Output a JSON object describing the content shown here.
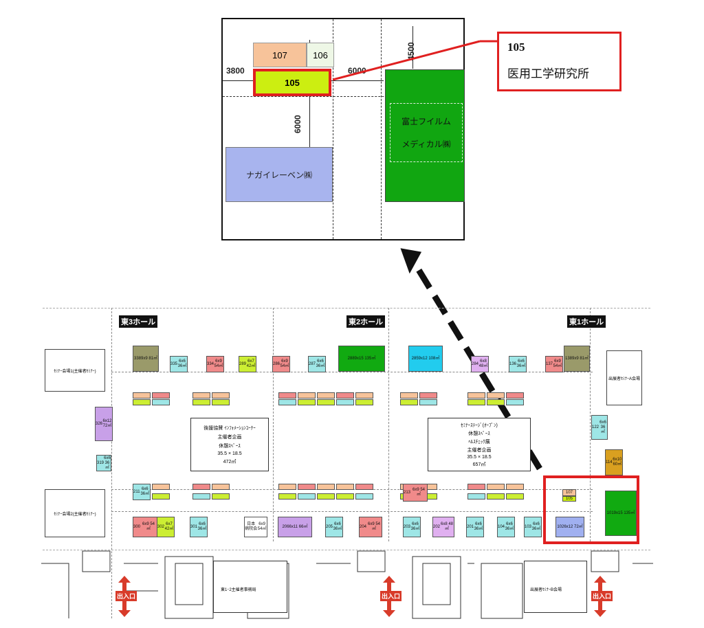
{
  "inset": {
    "booths": {
      "b107": "107",
      "b106": "106",
      "b105": "105",
      "fuji_line1": "富士フイルム",
      "fuji_line2": "メディカル㈱",
      "nagai": "ナガイレーベン㈱"
    },
    "dims": {
      "d3800": "3800",
      "d6000_h": "6000",
      "d4500": "4500",
      "d6000_v": "6000"
    }
  },
  "callout": {
    "number": "105",
    "name": "医用工学研究所"
  },
  "map": {
    "halls": [
      "東3ホール",
      "東2ホール",
      "東1ホール"
    ],
    "seminar_left_top": "ｾﾐﾅｰ会場1(主催者ｾﾐﾅｰ)",
    "seminar_left_bottom": "ｾﾐﾅｰ会場2(主催者ｾﾐﾅｰ)",
    "seminar_right": "出展者ｾﾐﾅｰA会場",
    "center1": [
      "後援協賛 ｲﾝﾌｫﾒｰｼｮﾝｺｰﾅｰ",
      "主催者企画",
      "休憩ｽﾍﾟｰｽ",
      "35.5 × 18.5",
      "472㎡"
    ],
    "center2": [
      "ｾﾐﾅｰｽﾃｰｼﾞ(ｵｰﾌﾟﾝ)",
      "休憩ｽﾍﾟｰｽ",
      "ﾍﾙｽﾁｪｯｸ展",
      "主催者企画",
      "35.5 × 18.5",
      "657㎡"
    ],
    "entrance": "出入口",
    "bottom_labels": [
      "東1･2主催者事務局",
      "出展者ｾﾐﾅｰB会場"
    ],
    "booths": [
      {
        "id": "338",
        "sub": "9x9 81㎡",
        "c": "#9a9a6a"
      },
      {
        "id": "335",
        "sub": "6x6 36㎡",
        "c": "#9ee6e6"
      },
      {
        "id": "334",
        "sub": "6x9 54㎡",
        "c": "#f08a8a"
      },
      {
        "id": "289",
        "sub": "6x7 42㎡",
        "c": "#ccee33"
      },
      {
        "id": "286",
        "sub": "6x9 54㎡",
        "c": "#f08a8a"
      },
      {
        "id": "287",
        "sub": "6x6 36㎡",
        "c": "#9ee6e6"
      },
      {
        "id": "288",
        "sub": "9x15 135㎡",
        "c": "#11aa11"
      },
      {
        "id": "285",
        "sub": "9x12 108㎡",
        "c": "#22ccee"
      },
      {
        "id": "284",
        "sub": "6x8 48㎡",
        "c": "#e0b0f0"
      },
      {
        "id": "136",
        "sub": "6x6 36㎡",
        "c": "#9ee6e6"
      },
      {
        "id": "137",
        "sub": "6x9 54㎡",
        "c": "#f08a8a"
      },
      {
        "id": "138",
        "sub": "9x9 81㎡",
        "c": "#9a9a6a"
      },
      {
        "id": "326",
        "sub": "6x12 72㎡",
        "c": "#c8a0e8"
      },
      {
        "id": "319",
        "sub": "6x6 36㎡",
        "c": "#9ee6e6"
      },
      {
        "id": "211",
        "sub": "6x6 36㎡",
        "c": "#9ee6e6"
      },
      {
        "id": "122",
        "sub": "6x6 36㎡",
        "c": "#9ee6e6"
      },
      {
        "id": "114",
        "sub": "6x10 60㎡",
        "c": "#d9a020"
      },
      {
        "id": "101",
        "sub": "9x15 135㎡",
        "c": "#11aa11"
      },
      {
        "id": "300",
        "sub": "6x9 54㎡",
        "c": "#f08a8a"
      },
      {
        "id": "302",
        "sub": "6x7 42㎡",
        "c": "#ccee33"
      },
      {
        "id": "301",
        "sub": "6x6 36㎡",
        "c": "#9ee6e6"
      },
      {
        "id": "日本 病院会",
        "sub": "6x9 54㎡",
        "c": "#ffffff"
      },
      {
        "id": "206",
        "sub": "6x11 66㎡",
        "c": "#c8a0e8"
      },
      {
        "id": "205",
        "sub": "6x6 36㎡",
        "c": "#9ee6e6"
      },
      {
        "id": "204",
        "sub": "6x9 54㎡",
        "c": "#f08a8a"
      },
      {
        "id": "203",
        "sub": "6x6 36㎡",
        "c": "#9ee6e6"
      },
      {
        "id": "202",
        "sub": "6x8 48㎡",
        "c": "#e0b0f0"
      },
      {
        "id": "201",
        "sub": "6x6 36㎡",
        "c": "#9ee6e6"
      },
      {
        "id": "104",
        "sub": "6x6 36㎡",
        "c": "#9ee6e6"
      },
      {
        "id": "103",
        "sub": "6x6 36㎡",
        "c": "#9ee6e6"
      },
      {
        "id": "102",
        "sub": "6x12 72㎡",
        "c": "#a0b0f0"
      },
      {
        "id": "213",
        "sub": "6x9 54㎡",
        "c": "#f08a8a"
      }
    ]
  }
}
